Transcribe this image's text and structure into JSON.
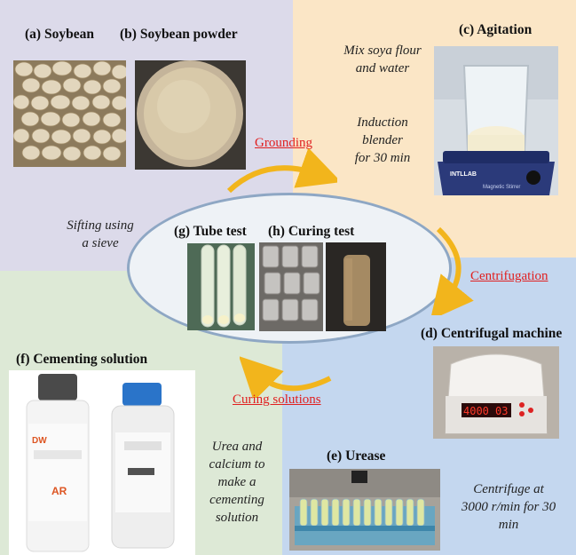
{
  "panels": {
    "soybean": "(a) Soybean",
    "powder": "(b) Soybean powder",
    "agitation": "(c) Agitation",
    "centrifugal": "(d) Centrifugal machine",
    "urease": "(e) Urease",
    "cementing": "(f) Cementing solution",
    "tube": "(g) Tube test",
    "curing": "(h) Curing test"
  },
  "steps": {
    "grounding": "Grounding",
    "centrifugation": "Centrifugation",
    "curing_solutions": "Curing solutions"
  },
  "notes": {
    "mix": [
      "Mix soya flour",
      "and water"
    ],
    "blender": [
      "Induction",
      "blender",
      "for 30 min"
    ],
    "sift": [
      "Sifting using",
      "a sieve"
    ],
    "urea": [
      "Urea and",
      "calcium to",
      "make a",
      "cementing",
      "solution"
    ],
    "centrifuge": [
      "Centrifuge at",
      "3000 r/min for 30",
      "min"
    ]
  },
  "photo_text": {
    "stirrer_brand": "INTLLAB",
    "stirrer_model": "Magnetic Stirrer",
    "display_left": "4000",
    "display_right": "03",
    "bottle_brand": "DW",
    "bottle_grade": "AR"
  },
  "colors": {
    "arrow": "#f2b51c",
    "step_text": "#e02020",
    "ellipse_border": "#8ea7c4"
  }
}
